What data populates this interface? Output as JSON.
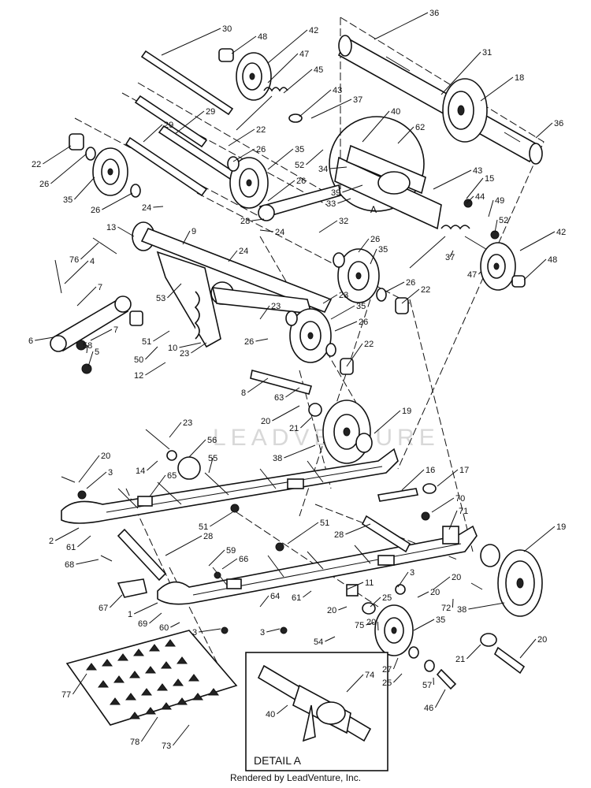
{
  "watermark": "LEADVENTURE",
  "detail_label": "DETAIL  A",
  "detail_marker": "A",
  "footer": "Rendered by LeadVenture, Inc.",
  "callouts": [
    {
      "id": "c1",
      "label": "36"
    },
    {
      "id": "c2",
      "label": "30"
    },
    {
      "id": "c3",
      "label": "48"
    },
    {
      "id": "c4",
      "label": "42"
    },
    {
      "id": "c5",
      "label": "47"
    },
    {
      "id": "c6",
      "label": "45"
    },
    {
      "id": "c7",
      "label": "31"
    },
    {
      "id": "c8",
      "label": "18"
    },
    {
      "id": "c9",
      "label": "43"
    },
    {
      "id": "c10",
      "label": "37"
    },
    {
      "id": "c11",
      "label": "40"
    },
    {
      "id": "c12",
      "label": "62"
    },
    {
      "id": "c13",
      "label": "36"
    },
    {
      "id": "c14",
      "label": "29"
    },
    {
      "id": "c15",
      "label": "29"
    },
    {
      "id": "c16",
      "label": "22"
    },
    {
      "id": "c17",
      "label": "26"
    },
    {
      "id": "c18",
      "label": "35"
    },
    {
      "id": "c19",
      "label": "52"
    },
    {
      "id": "c20",
      "label": "34"
    },
    {
      "id": "c21",
      "label": "43"
    },
    {
      "id": "c22",
      "label": "15"
    },
    {
      "id": "c23",
      "label": "22"
    },
    {
      "id": "c24",
      "label": "26"
    },
    {
      "id": "c25",
      "label": "35"
    },
    {
      "id": "c26",
      "label": "26"
    },
    {
      "id": "c27",
      "label": "39"
    },
    {
      "id": "c28",
      "label": "33"
    },
    {
      "id": "c29",
      "label": "44"
    },
    {
      "id": "c30",
      "label": "49"
    },
    {
      "id": "c31",
      "label": "52"
    },
    {
      "id": "c32",
      "label": "26"
    },
    {
      "id": "c33",
      "label": "24"
    },
    {
      "id": "c34",
      "label": "13"
    },
    {
      "id": "c35",
      "label": "9"
    },
    {
      "id": "c36",
      "label": "28"
    },
    {
      "id": "c37",
      "label": "24"
    },
    {
      "id": "c38",
      "label": "32"
    },
    {
      "id": "c39",
      "label": "42"
    },
    {
      "id": "c40",
      "label": "76"
    },
    {
      "id": "c41",
      "label": "24"
    },
    {
      "id": "c42",
      "label": "26"
    },
    {
      "id": "c43",
      "label": "35"
    },
    {
      "id": "c44",
      "label": "37"
    },
    {
      "id": "c45",
      "label": "48"
    },
    {
      "id": "c46",
      "label": "4"
    },
    {
      "id": "c47",
      "label": "47"
    },
    {
      "id": "c48",
      "label": "26"
    },
    {
      "id": "c49",
      "label": "22"
    },
    {
      "id": "c50",
      "label": "7"
    },
    {
      "id": "c51",
      "label": "53"
    },
    {
      "id": "c52",
      "label": "23"
    },
    {
      "id": "c53",
      "label": "23"
    },
    {
      "id": "c54",
      "label": "35"
    },
    {
      "id": "c55",
      "label": "26"
    },
    {
      "id": "c56",
      "label": "7"
    },
    {
      "id": "c57",
      "label": "51"
    },
    {
      "id": "c58",
      "label": "58"
    },
    {
      "id": "c59",
      "label": "10"
    },
    {
      "id": "c60",
      "label": "6"
    },
    {
      "id": "c61",
      "label": "5"
    },
    {
      "id": "c62",
      "label": "50"
    },
    {
      "id": "c63",
      "label": "23"
    },
    {
      "id": "c64",
      "label": "26"
    },
    {
      "id": "c65",
      "label": "22"
    },
    {
      "id": "c66",
      "label": "12"
    },
    {
      "id": "c67",
      "label": "8"
    },
    {
      "id": "c68",
      "label": "63"
    },
    {
      "id": "c69",
      "label": "20"
    },
    {
      "id": "c70",
      "label": "21"
    },
    {
      "id": "c71",
      "label": "19"
    },
    {
      "id": "c72",
      "label": "38"
    },
    {
      "id": "c73",
      "label": "23"
    },
    {
      "id": "c74",
      "label": "56"
    },
    {
      "id": "c75",
      "label": "20"
    },
    {
      "id": "c76",
      "label": "14"
    },
    {
      "id": "c77",
      "label": "55"
    },
    {
      "id": "c78",
      "label": "3"
    },
    {
      "id": "c79",
      "label": "65"
    },
    {
      "id": "c80",
      "label": "16"
    },
    {
      "id": "c81",
      "label": "17"
    },
    {
      "id": "c82",
      "label": "70"
    },
    {
      "id": "c83",
      "label": "71"
    },
    {
      "id": "c84",
      "label": "2"
    },
    {
      "id": "c85",
      "label": "61"
    },
    {
      "id": "c86",
      "label": "51"
    },
    {
      "id": "c87",
      "label": "51"
    },
    {
      "id": "c88",
      "label": "28"
    },
    {
      "id": "c89",
      "label": "28"
    },
    {
      "id": "c90",
      "label": "19"
    },
    {
      "id": "c91",
      "label": "68"
    },
    {
      "id": "c92",
      "label": "59"
    },
    {
      "id": "c93",
      "label": "66"
    },
    {
      "id": "c94",
      "label": "11"
    },
    {
      "id": "c95",
      "label": "3"
    },
    {
      "id": "c96",
      "label": "20"
    },
    {
      "id": "c97",
      "label": "20"
    },
    {
      "id": "c98",
      "label": "72"
    },
    {
      "id": "c99",
      "label": "67"
    },
    {
      "id": "c100",
      "label": "64"
    },
    {
      "id": "c101",
      "label": "61"
    },
    {
      "id": "c102",
      "label": "25"
    },
    {
      "id": "c103",
      "label": "38"
    },
    {
      "id": "c104",
      "label": "1"
    },
    {
      "id": "c105",
      "label": "69"
    },
    {
      "id": "c106",
      "label": "60"
    },
    {
      "id": "c107",
      "label": "3"
    },
    {
      "id": "c108",
      "label": "3"
    },
    {
      "id": "c109",
      "label": "20"
    },
    {
      "id": "c110",
      "label": "20"
    },
    {
      "id": "c111",
      "label": "75"
    },
    {
      "id": "c112",
      "label": "54"
    },
    {
      "id": "c113",
      "label": "35"
    },
    {
      "id": "c114",
      "label": "20"
    },
    {
      "id": "c115",
      "label": "27"
    },
    {
      "id": "c116",
      "label": "21"
    },
    {
      "id": "c117",
      "label": "25"
    },
    {
      "id": "c118",
      "label": "57"
    },
    {
      "id": "c119",
      "label": "46"
    },
    {
      "id": "c120",
      "label": "74"
    },
    {
      "id": "c121",
      "label": "40"
    },
    {
      "id": "c122",
      "label": "77"
    },
    {
      "id": "c123",
      "label": "78"
    },
    {
      "id": "c124",
      "label": "73"
    }
  ]
}
